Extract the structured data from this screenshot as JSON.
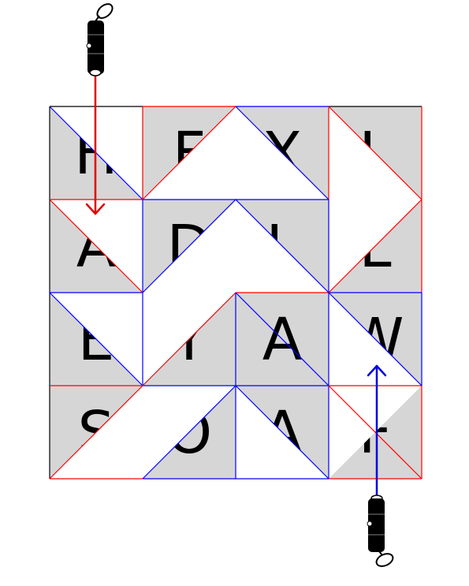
{
  "puzzle": {
    "grid_size": 4,
    "letters": [
      [
        "H",
        "F",
        "X",
        "L"
      ],
      [
        "A",
        "D",
        "L",
        "L"
      ],
      [
        "E",
        "Y",
        "A",
        "W"
      ],
      [
        "S",
        "O",
        "A",
        "F"
      ]
    ],
    "colors": {
      "cell_fill": "#d6d6d6",
      "border": "#000000",
      "mirror_red": "#ff0000",
      "mirror_blue": "#0000ff",
      "laser_red": "#e00000",
      "laser_blue": "#0000e0",
      "white": "#ffffff"
    },
    "lasers": [
      {
        "name": "top-laser",
        "color": "red",
        "position": "top",
        "column": 0
      },
      {
        "name": "bottom-laser",
        "color": "blue",
        "position": "bottom",
        "column": 3
      }
    ]
  }
}
